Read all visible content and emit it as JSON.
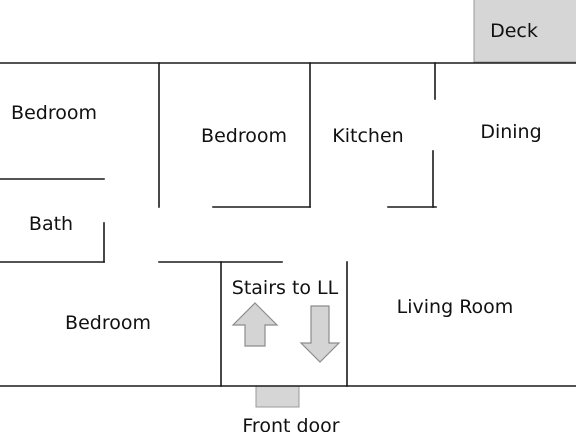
{
  "plan": {
    "rooms": {
      "deck": "Deck",
      "bedroom_top_left": "Bedroom",
      "bedroom_top_middle": "Bedroom",
      "kitchen": "Kitchen",
      "dining": "Dining",
      "bath": "Bath",
      "bedroom_bottom_left": "Bedroom",
      "stairs": "Stairs to LL",
      "living_room": "Living Room",
      "front_door": "Front door"
    },
    "colors": {
      "wall": "#1a1a1a",
      "fill_gray": "#d6d6d6",
      "arrow_fill": "#d4d4d4"
    },
    "icons": {
      "stairs_up": "up-arrow-icon",
      "stairs_down": "down-arrow-icon"
    }
  }
}
